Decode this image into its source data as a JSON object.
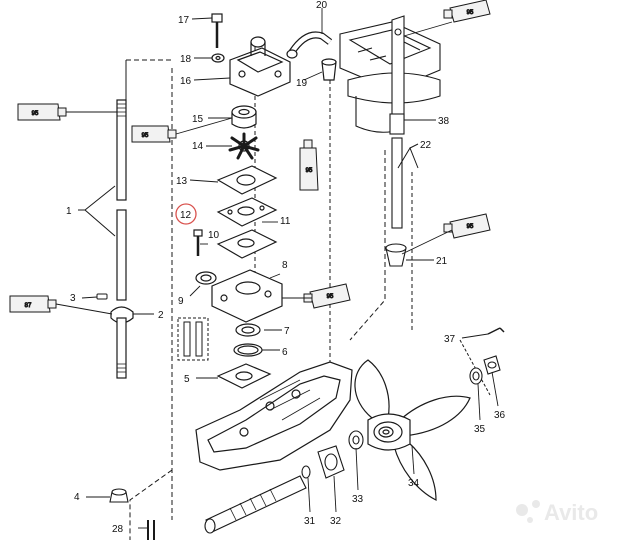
{
  "callouts": [
    {
      "id": "17",
      "label": "17"
    },
    {
      "id": "18",
      "label": "18"
    },
    {
      "id": "16",
      "label": "16"
    },
    {
      "id": "15",
      "label": "15"
    },
    {
      "id": "14",
      "label": "14"
    },
    {
      "id": "13",
      "label": "13"
    },
    {
      "id": "12",
      "label": "12"
    },
    {
      "id": "11",
      "label": "11"
    },
    {
      "id": "10",
      "label": "10"
    },
    {
      "id": "9",
      "label": "9"
    },
    {
      "id": "8",
      "label": "8"
    },
    {
      "id": "7",
      "label": "7"
    },
    {
      "id": "6",
      "label": "6"
    },
    {
      "id": "5",
      "label": "5"
    },
    {
      "id": "4",
      "label": "4"
    },
    {
      "id": "3",
      "label": "3"
    },
    {
      "id": "2",
      "label": "2"
    },
    {
      "id": "1",
      "label": "1"
    },
    {
      "id": "20",
      "label": "20"
    },
    {
      "id": "19",
      "label": "19"
    },
    {
      "id": "38",
      "label": "38"
    },
    {
      "id": "22",
      "label": "22"
    },
    {
      "id": "21",
      "label": "21"
    },
    {
      "id": "37",
      "label": "37"
    },
    {
      "id": "36",
      "label": "36"
    },
    {
      "id": "35",
      "label": "35"
    },
    {
      "id": "34",
      "label": "34"
    },
    {
      "id": "33",
      "label": "33"
    },
    {
      "id": "32",
      "label": "32"
    },
    {
      "id": "31",
      "label": "31"
    },
    {
      "id": "28",
      "label": "28"
    }
  ],
  "lubricant_tubes": [
    {
      "id": "tube-top-right",
      "label": "95"
    },
    {
      "id": "tube-left-shaft",
      "label": "95"
    },
    {
      "id": "tube-impeller",
      "label": "95"
    },
    {
      "id": "tube-center",
      "label": "95"
    },
    {
      "id": "tube-right-mid",
      "label": "95"
    },
    {
      "id": "tube-pump-base",
      "label": "95"
    },
    {
      "id": "tube-left-lower",
      "label": "87"
    }
  ],
  "watermark": {
    "text": "Avito"
  },
  "highlight": {
    "part": "12",
    "color": "#d9534f"
  },
  "colors": {
    "line": "#1a1a1a",
    "background": "#ffffff"
  }
}
